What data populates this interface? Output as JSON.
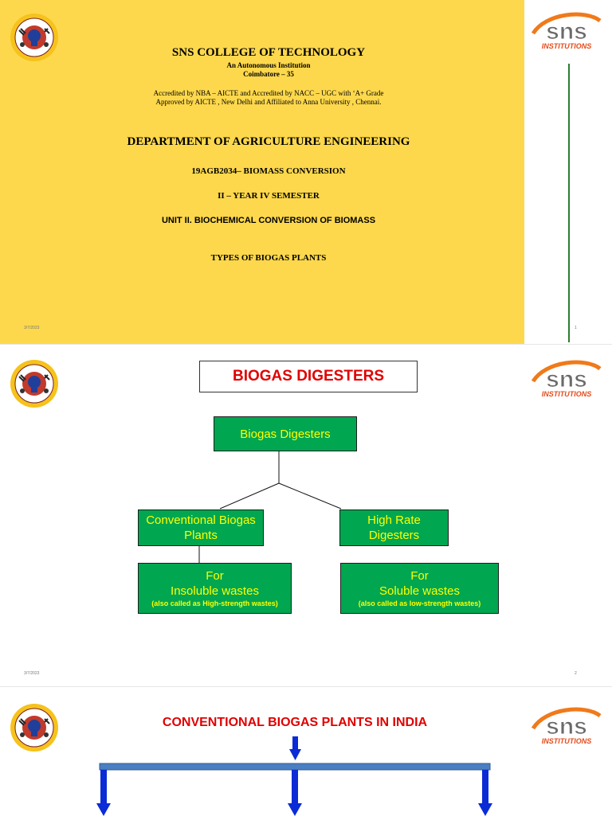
{
  "slide1": {
    "college": "SNS COLLEGE OF TECHNOLOGY",
    "autonomous": "An Autonomous Institution",
    "city": "Coimbatore – 35",
    "accredited": "Accredited by  NBA – AICTE  and Accredited by  NACC – UGC with ‘A+ Grade",
    "approved": "Approved  by AICTE , New Delhi and Affiliated to Anna University , Chennai.",
    "department": "DEPARTMENT OF AGRICULTURE ENGINEERING",
    "course": "19AGB2034– BIOMASS CONVERSION",
    "year": "II – YEAR  IV SEMESTER",
    "unit": "UNIT II. BIOCHEMICAL CONVERSION OF BIOMASS",
    "topic": "TYPES OF BIOGAS PLANTS",
    "date": "3/7/2023",
    "page": "1"
  },
  "slide2": {
    "title": "BIOGAS DIGESTERS",
    "root": "Biogas Digesters",
    "left_line1": "Conventional Biogas",
    "left_line2": "Plants",
    "right_line1": "High Rate",
    "right_line2": "Digesters",
    "left_leaf_line1": "For",
    "left_leaf_line2": "Insoluble wastes",
    "left_leaf_note": "(also called as High-strength wastes)",
    "right_leaf_line1": "For",
    "right_leaf_line2": "Soluble wastes",
    "right_leaf_note": "(also called as low-strength wastes)",
    "date": "3/7/2023",
    "page": "2"
  },
  "slide3": {
    "title": "CONVENTIONAL BIOGAS PLANTS IN INDIA"
  },
  "logos": {
    "sns_text": "sns",
    "sns_sub": "INSTITUTIONS"
  },
  "colors": {
    "slide_bg": "#fdd84c",
    "box_green": "#00a650",
    "box_text": "#ffff00",
    "title_red": "#e00000",
    "arrow_blue": "#0a2bd6",
    "bar_blue": "#4a7fc1"
  }
}
